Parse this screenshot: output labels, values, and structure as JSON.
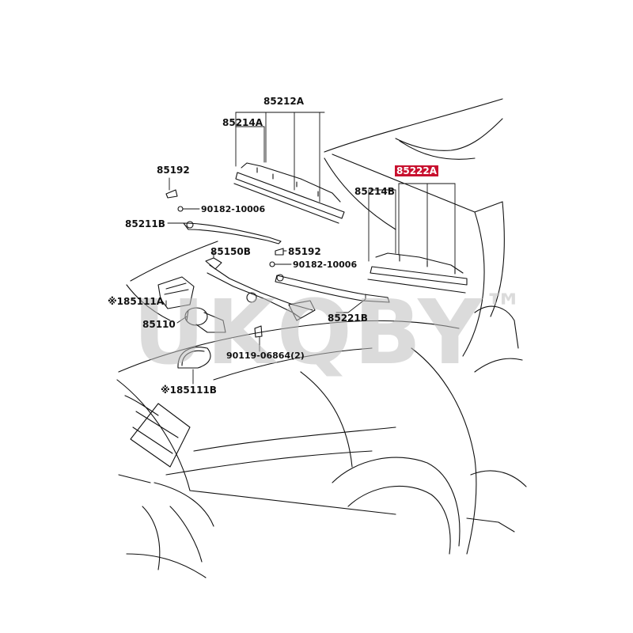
{
  "labels": {
    "l85212A": "85212A",
    "l85214A": "85214A",
    "l85192a": "85192",
    "l90182a": "90182-10006",
    "l85211B": "85211B",
    "l85150B": "85150B",
    "l85192b": "85192",
    "l90182b": "90182-10006",
    "l85111A": "※185111A",
    "l85110": "85110",
    "l85221B": "85221B",
    "l90119": "90119-06864(2)",
    "l85111B": "※185111B",
    "l85222A": "85222A",
    "l85214B": "85214B"
  },
  "watermark": {
    "text": "UKQBY",
    "mark": "™"
  },
  "colors": {
    "highlight": "#c8102e",
    "line": "#111111"
  }
}
